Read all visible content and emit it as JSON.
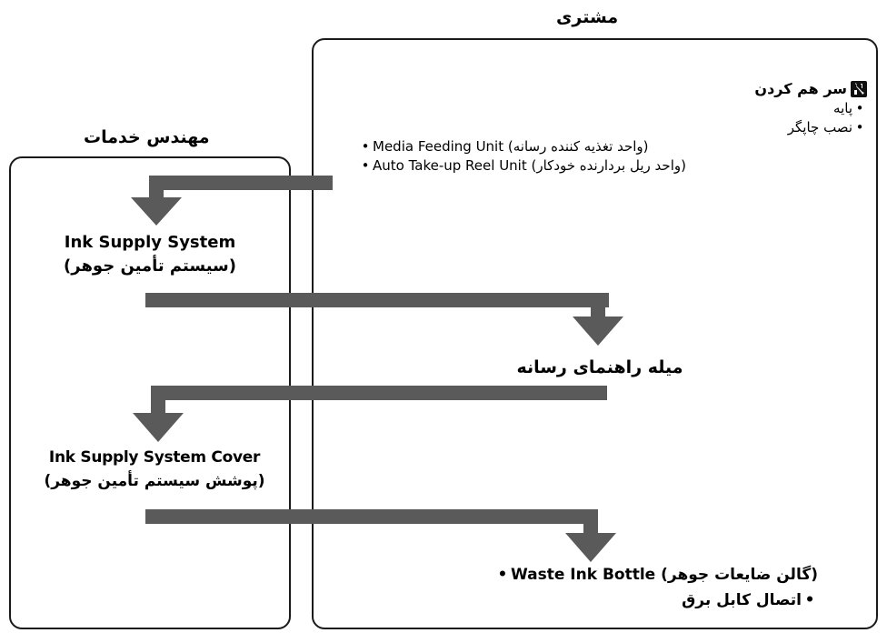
{
  "lanes": {
    "customer": {
      "title": "مشتری"
    },
    "service": {
      "title": "مهندس خدمات"
    }
  },
  "assembly": {
    "title": "سر هم کردن",
    "icon": "wrench-screwdriver-icon",
    "items": [
      "پایه",
      "نصب چاپگر",
      "Media Feeding Unit (واحد تغذیه کننده رسانه)",
      "Auto Take-up Reel Unit (واحد ریل بردارنده خودکار)"
    ]
  },
  "steps": {
    "ink_supply_system": {
      "en": "Ink Supply System",
      "fa": "(سیستم تأمین جوهر)"
    },
    "media_guide_bar": {
      "fa": "میله راهنمای رسانه"
    },
    "ink_supply_cover": {
      "en": "Ink Supply System Cover",
      "fa": "(پوشش سیستم تأمین جوهر)"
    }
  },
  "final_items": [
    "Waste Ink Bottle (گالن ضایعات جوهر)",
    "اتصال کابل برق"
  ],
  "colors": {
    "arrow": "#5a5a5a",
    "border": "#1a1a1a"
  }
}
